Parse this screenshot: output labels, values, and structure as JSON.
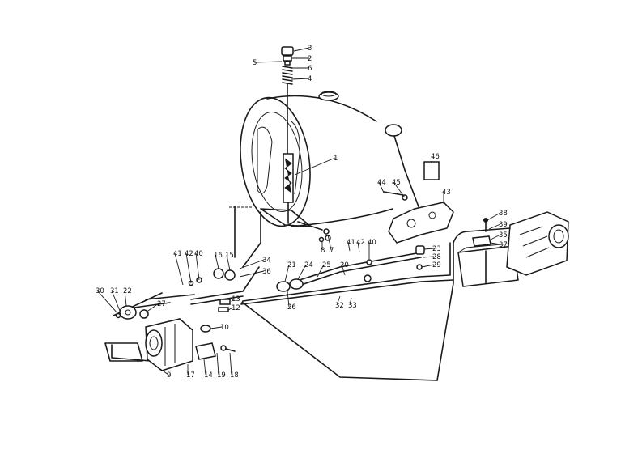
{
  "diagram": {
    "labels": [
      "1",
      "2",
      "3",
      "4",
      "5",
      "6",
      "7",
      "8",
      "9",
      "10",
      "12",
      "13",
      "14",
      "15",
      "16",
      "17",
      "18",
      "19",
      "20",
      "21",
      "22",
      "23",
      "24",
      "25",
      "26",
      "27",
      "28",
      "29",
      "30",
      "31",
      "32",
      "33",
      "34",
      "35",
      "36",
      "37",
      "38",
      "39",
      "40",
      "41",
      "42",
      "43",
      "44",
      "45",
      "46"
    ],
    "callouts": [
      {
        "text": "3"
      },
      {
        "text": "2"
      },
      {
        "text": "6"
      },
      {
        "text": "4"
      },
      {
        "text": "5"
      },
      {
        "text": "1"
      },
      {
        "text": "46"
      },
      {
        "text": "44"
      },
      {
        "text": "45"
      },
      {
        "text": "43"
      },
      {
        "text": "8"
      },
      {
        "text": "7"
      },
      {
        "text": "41"
      },
      {
        "text": "42"
      },
      {
        "text": "40"
      },
      {
        "text": "23"
      },
      {
        "text": "28"
      },
      {
        "text": "29"
      },
      {
        "text": "38"
      },
      {
        "text": "39"
      },
      {
        "text": "35"
      },
      {
        "text": "37"
      },
      {
        "text": "41"
      },
      {
        "text": "42"
      },
      {
        "text": "40"
      },
      {
        "text": "16"
      },
      {
        "text": "15"
      },
      {
        "text": "34"
      },
      {
        "text": "36"
      },
      {
        "text": "21"
      },
      {
        "text": "24"
      },
      {
        "text": "25"
      },
      {
        "text": "20"
      },
      {
        "text": "26"
      },
      {
        "text": "32"
      },
      {
        "text": "33"
      },
      {
        "text": "30"
      },
      {
        "text": "31"
      },
      {
        "text": "22"
      },
      {
        "text": "27"
      },
      {
        "text": "13"
      },
      {
        "text": "12"
      },
      {
        "text": "10"
      },
      {
        "text": "9"
      },
      {
        "text": "17"
      },
      {
        "text": "14"
      },
      {
        "text": "19"
      },
      {
        "text": "18"
      }
    ]
  }
}
